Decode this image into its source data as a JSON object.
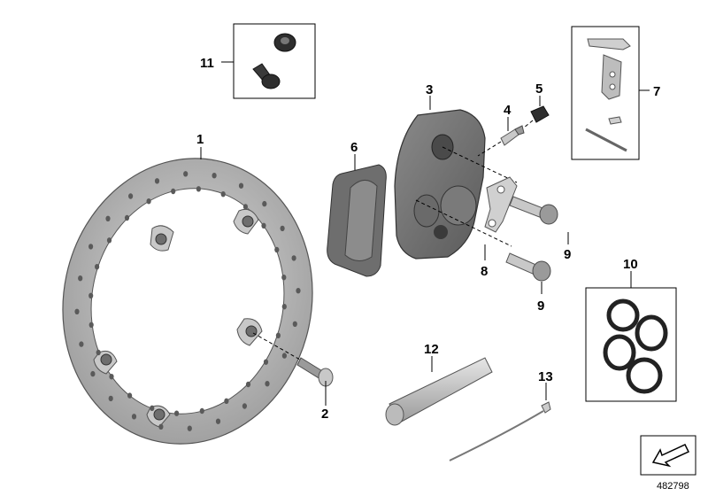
{
  "callouts": {
    "c1": "1",
    "c2": "2",
    "c3": "3",
    "c4": "4",
    "c5": "5",
    "c6": "6",
    "c7": "7",
    "c8": "8",
    "c9a": "9",
    "c9b": "9",
    "c10": "10",
    "c11": "11",
    "c12": "12",
    "c13": "13"
  },
  "reference_number": "482798",
  "icons": {
    "nav": "arrow-down-left-icon"
  }
}
